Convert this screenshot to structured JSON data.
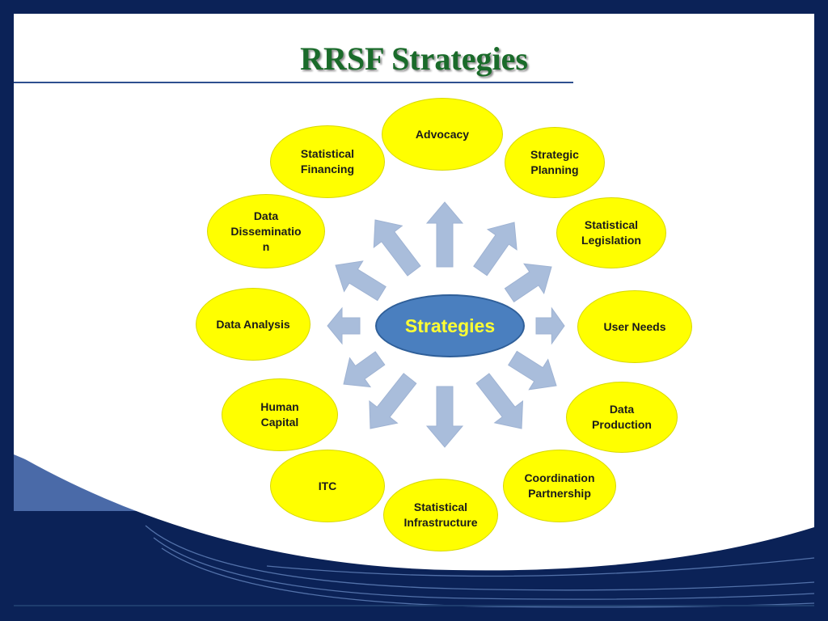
{
  "slide": {
    "title": "RRSF Strategies",
    "center_label": "Strategies",
    "nodes": [
      {
        "label": "Advocacy"
      },
      {
        "label": "Strategic\nPlanning"
      },
      {
        "label": "Statistical\nLegislation"
      },
      {
        "label": "User Needs"
      },
      {
        "label": "Data\nProduction"
      },
      {
        "label": "Coordination\nPartnership"
      },
      {
        "label": "Statistical\nInfrastructure"
      },
      {
        "label": "ITC"
      },
      {
        "label": "Human\nCapital"
      },
      {
        "label": "Data Analysis"
      },
      {
        "label": "Data\nDisseminatio\nn"
      },
      {
        "label": "Statistical\nFinancing"
      }
    ]
  },
  "colors": {
    "node_fill": "#ffff00",
    "center_fill": "#4a7fbf",
    "center_text": "#ffff33",
    "arrow_fill": "#a9bddb",
    "title_text": "#1a6b2a",
    "background": "#0b2257"
  }
}
